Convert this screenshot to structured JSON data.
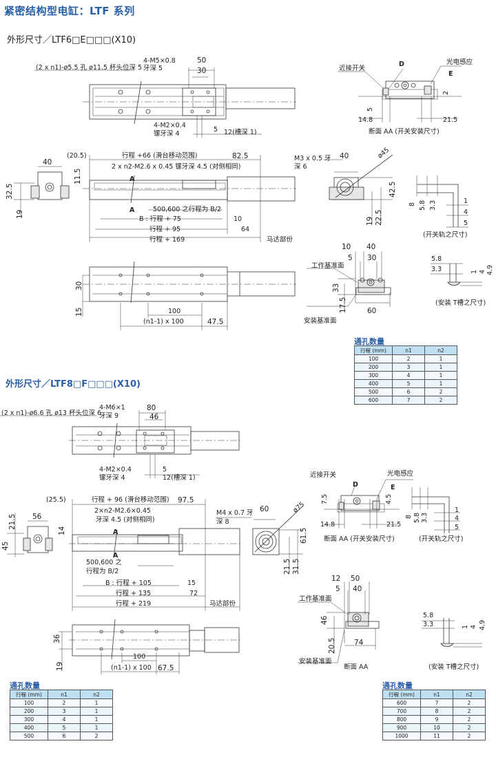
{
  "page_title": "紧密结构型电缸：LTF 系列",
  "sections": {
    "ltf6": {
      "heading": "外形尺寸／LTF6□E□□□(X10)",
      "top_view": {
        "hole_note": "(2 x n1)-ø5.5 孔 ø11.5 杯头位深 5",
        "m5_note_1": "4-M5×0.8",
        "m5_note_2": "牙深 5",
        "dim_50": "50",
        "dim_30": "30",
        "m2_note_1": "4-M2×0.4",
        "m2_note_2": "镙牙深 4",
        "dim_5": "5",
        "slot_note": "12(槽深 1)"
      },
      "section_aa": {
        "proximity_switch": "近接开关",
        "photo_sensor": "光电感应",
        "label_d": "D",
        "label_e": "E",
        "dim_2": "2",
        "dim_5": "5",
        "dim_14_8": "14.8",
        "dim_21_5": "21.5",
        "caption": "断面 AA (开关安装尺寸)"
      },
      "end_view": {
        "dim_40": "40",
        "dim_32_5": "32.5",
        "dim_19": "19"
      },
      "side_view": {
        "dim_20_5": "(20.5)",
        "travel_range": "行程 +66 (滑台移动范围)",
        "dim_82_5": "82.5",
        "tap_note": "2 x n2-M2.6 x 0.45 镙牙深 4.5 (对侧相同)",
        "dim_11_5": "11.5",
        "label_a": "A",
        "b_half": "500,600 之行程为 B/2",
        "b_dim": "B : 行程 + 75",
        "dim_10": "10",
        "stroke_95": "行程 + 95",
        "dim_64": "64",
        "stroke_169": "行程 + 169",
        "motor_part": "马达部份"
      },
      "motor_view": {
        "m3_note_1": "M3 x 0.5 牙",
        "m3_note_2": "深 6",
        "dim_40": "40",
        "dia_45": "ø45",
        "dim_42_5": "42.5",
        "dim_19": "19",
        "dim_22_5": "22.5"
      },
      "switch_rail": {
        "dim_8": "8",
        "dim_5_8": "5.8",
        "dim_3_3": "3.3",
        "dim_1": "1",
        "dim_4": "4",
        "dim_5": "5",
        "caption": "(开关轨之尺寸)"
      },
      "bottom_view": {
        "dim_30": "30",
        "dim_15": "15",
        "dim_100": "100",
        "pitch": "(n1-1) x 100",
        "dim_47_5": "47.5"
      },
      "mount_section": {
        "dim_10": "10",
        "dim_40": "40",
        "dim_5": "5",
        "dim_30": "30",
        "work_ref": "工作基准面",
        "dim_33": "33",
        "dim_17_5": "17.5",
        "dim_60": "60",
        "mount_ref": "安装基准面"
      },
      "t_slot": {
        "dim_5_8": "5.8",
        "dim_3_3": "3.3",
        "dim_1": "1",
        "dim_4": "4",
        "dim_4_9": "4.9",
        "caption": "(安装 T槽之尺寸)"
      },
      "hole_table": {
        "title": "通孔数量",
        "columns": [
          "行程 (mm)",
          "n1",
          "n2"
        ],
        "rows": [
          [
            "100",
            "2",
            "1"
          ],
          [
            "200",
            "3",
            "1"
          ],
          [
            "300",
            "4",
            "1"
          ],
          [
            "400",
            "5",
            "1"
          ],
          [
            "500",
            "6",
            "2"
          ],
          [
            "600",
            "7",
            "2"
          ]
        ]
      }
    },
    "ltf8": {
      "heading": "外形尺寸／LTF8□F□□□(X10)",
      "top_view": {
        "hole_note": "(2 x n1)-ø6.6 孔 ø13 杯头位深 6",
        "m6_note_1": "4-M6×1",
        "m6_note_2": "牙深 9",
        "dim_80": "80",
        "dim_46": "46",
        "m2_note_1": "4-M2×0.4",
        "m2_note_2": "镙牙深 4",
        "dim_5": "5",
        "slot_note": "12(槽深 1)"
      },
      "section_aa": {
        "proximity_switch": "近接开关",
        "photo_sensor": "光电感应",
        "label_d": "D",
        "label_e": "E",
        "dim_7_5": "7.5",
        "dim_4_5": "4.5",
        "dim_14_8": "14.8",
        "dim_21_5": "21.5",
        "caption": "断面 AA (开关安装尺寸)"
      },
      "switch_rail": {
        "dim_8": "8",
        "dim_5_8": "5.8",
        "dim_3_3": "3.3",
        "dim_1": "1",
        "dim_4": "4",
        "dim_5": "5",
        "caption": "(开关轨之尺寸)"
      },
      "end_view": {
        "dim_56": "56",
        "dim_21_5": "21.5",
        "dim_45": "45"
      },
      "side_view": {
        "dim_25_5": "(25.5)",
        "travel_range": "行程 + 96 (滑台移动范围)",
        "dim_97_5": "97.5",
        "tap_note_1": "2×n2-M2.6×0.45",
        "tap_note_2": "牙深 4.5 (对侧相同)",
        "dim_14": "14",
        "label_a": "A",
        "b_half_1": "500,600 之",
        "b_half_2": "行程为 B/2",
        "b_dim": "B : 行程 + 105",
        "dim_15": "15",
        "stroke_135": "行程 + 135",
        "dim_72": "72",
        "stroke_219": "行程 + 219",
        "motor_part": "马达部份"
      },
      "motor_view": {
        "m4_note_1": "M4 x 0.7 牙",
        "m4_note_2": "深 8",
        "dim_60": "60",
        "dia_75": "ø75",
        "dim_61_5": "61.5",
        "dim_21_5": "21.5",
        "dim_31_5": "31.5"
      },
      "bottom_view": {
        "dim_36": "36",
        "dim_19": "19",
        "dim_100": "100",
        "pitch": "(n1-1) x 100",
        "dim_67_5": "67.5"
      },
      "mount_section": {
        "dim_12": "12",
        "dim_50": "50",
        "dim_5": "5",
        "dim_40": "40",
        "work_ref": "工作基准面",
        "dim_46": "46",
        "dim_20_5": "20.5",
        "dim_74": "74",
        "mount_ref": "安装基准面",
        "caption": "断面 AA"
      },
      "t_slot": {
        "dim_5_8": "5.8",
        "dim_3_3": "3.3",
        "dim_1": "1",
        "dim_4": "4",
        "dim_4_9": "4.9",
        "caption": "(安装 T槽之尺寸)"
      },
      "hole_table_a": {
        "title": "通孔数量",
        "columns": [
          "行程 (mm)",
          "n1",
          "n2"
        ],
        "rows": [
          [
            "100",
            "2",
            "1"
          ],
          [
            "200",
            "3",
            "1"
          ],
          [
            "300",
            "4",
            "1"
          ],
          [
            "400",
            "5",
            "1"
          ],
          [
            "500",
            "6",
            "2"
          ]
        ]
      },
      "hole_table_b": {
        "title": "通孔数量",
        "columns": [
          "行程 (mm)",
          "n1",
          "n2"
        ],
        "rows": [
          [
            "600",
            "7",
            "2"
          ],
          [
            "700",
            "8",
            "2"
          ],
          [
            "800",
            "9",
            "2"
          ],
          [
            "900",
            "10",
            "2"
          ],
          [
            "1000",
            "11",
            "2"
          ]
        ]
      }
    }
  },
  "colors": {
    "heading_blue": "#2a5fa8",
    "table_header": "#bfe0f3",
    "table_row": "#e9f4fb"
  }
}
